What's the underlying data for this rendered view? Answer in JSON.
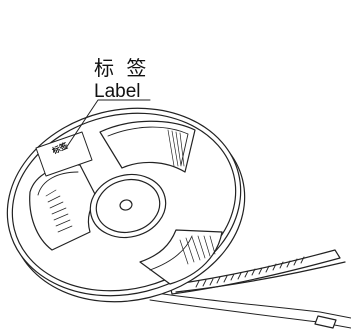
{
  "callout": {
    "label_cn": "标 签",
    "label_en": "Label"
  },
  "tag": {
    "text": "标签"
  },
  "colors": {
    "line": "#222222",
    "background": "#ffffff"
  }
}
